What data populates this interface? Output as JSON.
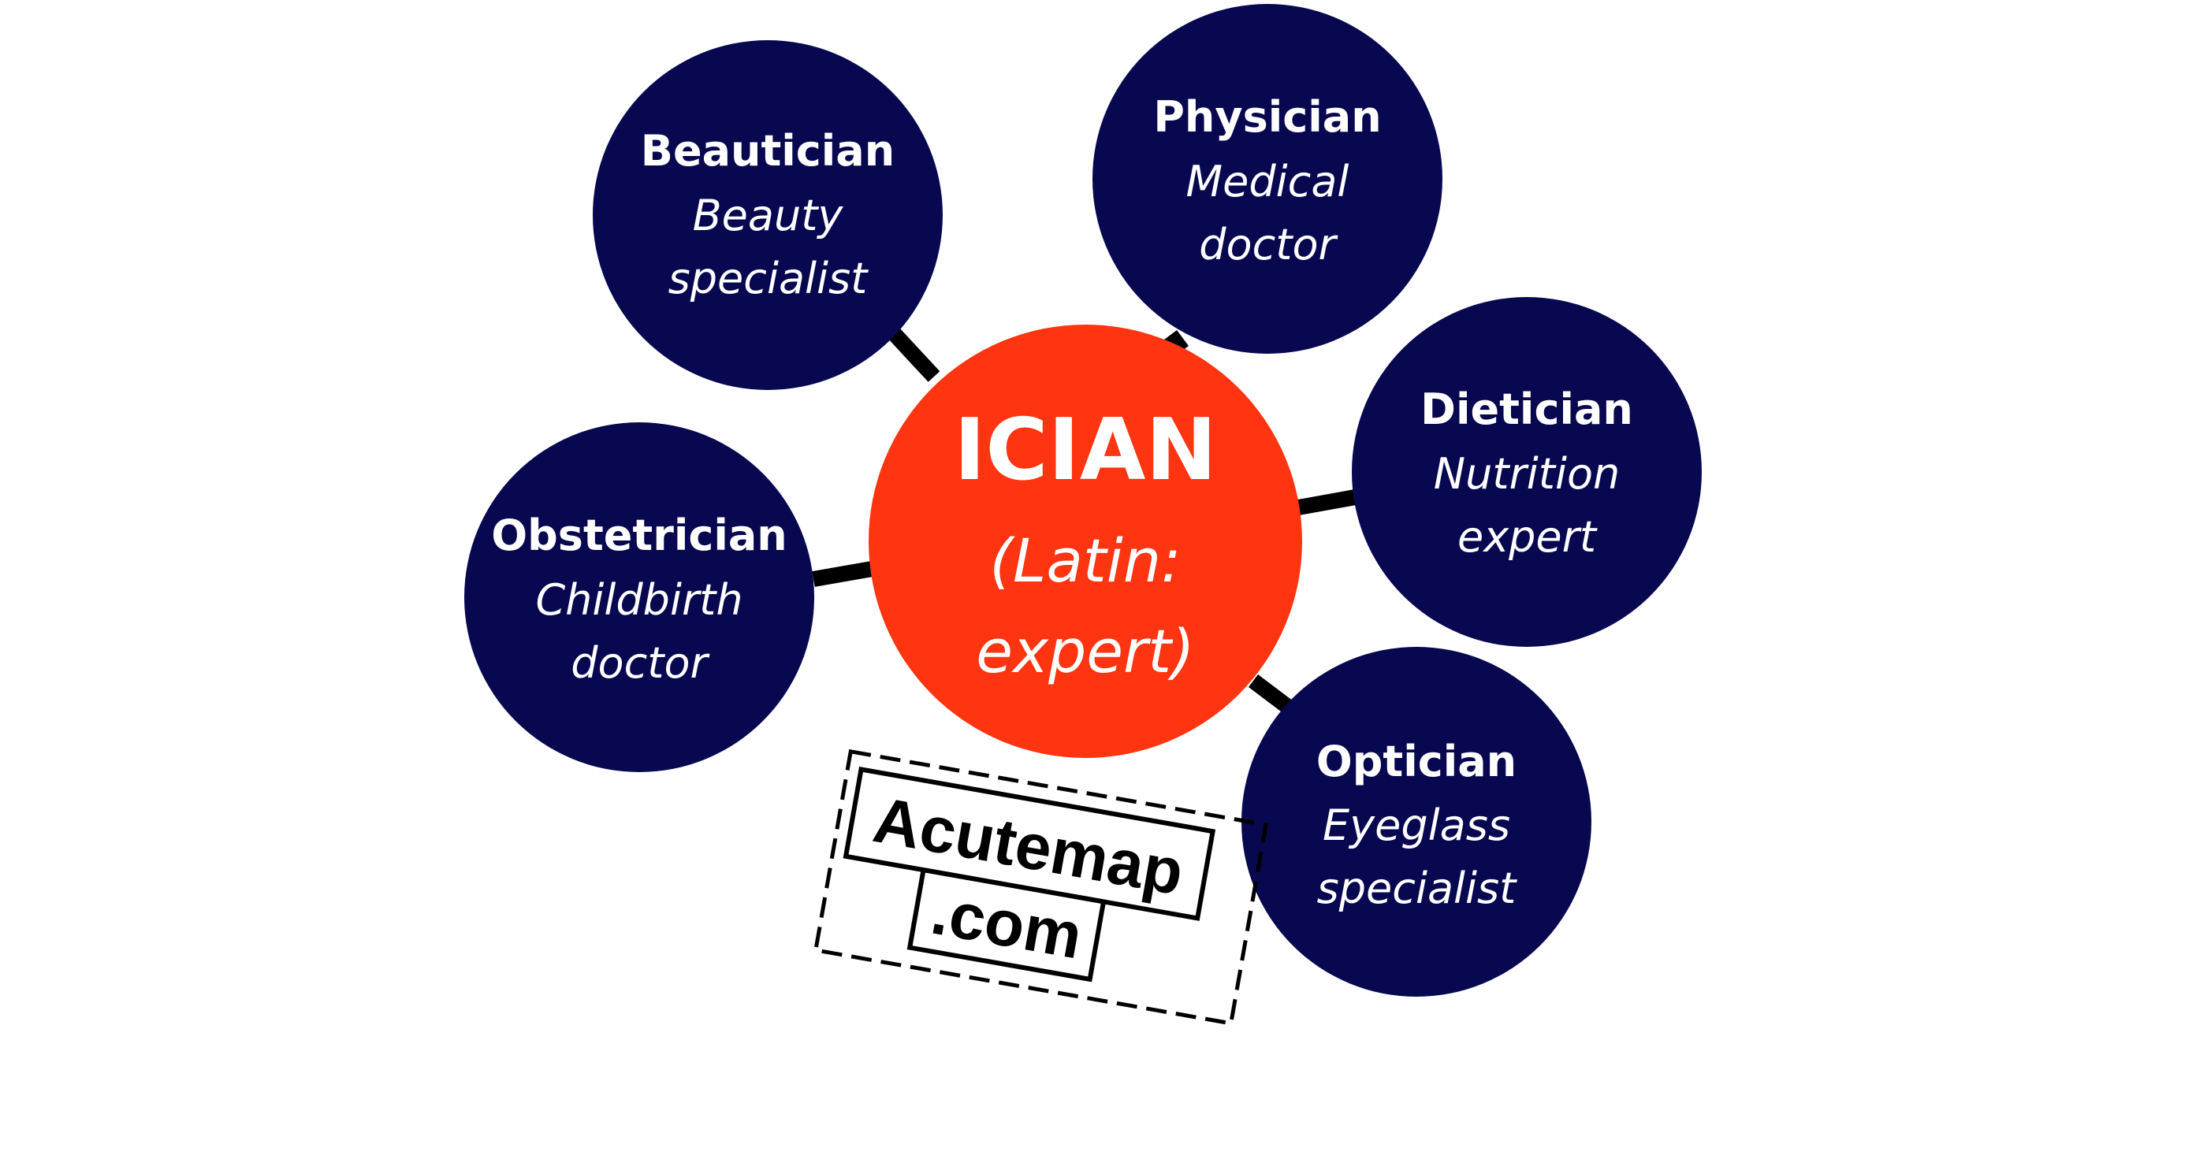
{
  "diagram": {
    "colors": {
      "node_fill": "#080850",
      "center_fill": "#ff3410",
      "connector": "#000000",
      "text": "#ffffff",
      "background": "#ffffff"
    },
    "center": {
      "title": "ICIAN",
      "subtitle_lines": [
        "(Latin:",
        "expert)"
      ]
    },
    "nodes": [
      {
        "id": "beautician",
        "title": "Beautician",
        "subtitle_lines": [
          "Beauty",
          "specialist"
        ]
      },
      {
        "id": "physician",
        "title": "Physician",
        "subtitle_lines": [
          "Medical",
          "doctor"
        ]
      },
      {
        "id": "dietician",
        "title": "Dietician",
        "subtitle_lines": [
          "Nutrition",
          "expert"
        ]
      },
      {
        "id": "optician",
        "title": "Optician",
        "subtitle_lines": [
          "Eyeglass",
          "specialist"
        ]
      },
      {
        "id": "obstetrician",
        "title": "Obstetrician",
        "subtitle_lines": [
          "Childbirth",
          "doctor"
        ]
      }
    ]
  },
  "stamp": {
    "line1": "Acutemap",
    "line2": ".com"
  }
}
